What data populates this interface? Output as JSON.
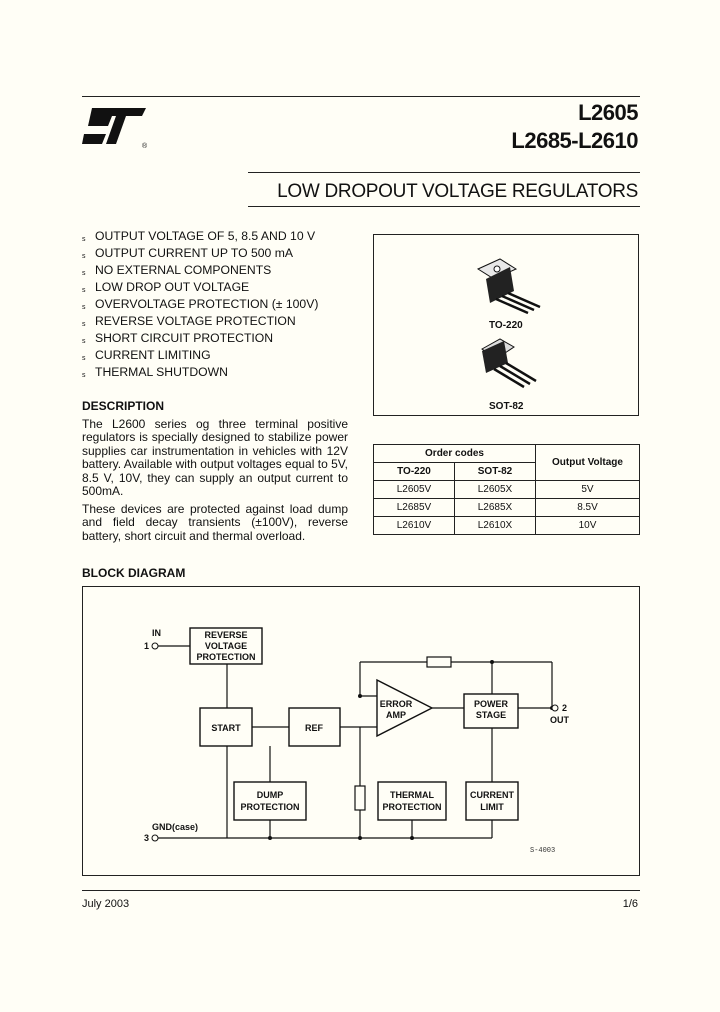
{
  "header": {
    "logo_text": "ST",
    "part_line1": "L2605",
    "part_line2": "L2685-L2610",
    "subtitle": "LOW DROPOUT VOLTAGE REGULATORS"
  },
  "features": [
    "OUTPUT VOLTAGE OF 5, 8.5 AND 10 V",
    "OUTPUT CURRENT UP TO 500 mA",
    "NO EXTERNAL COMPONENTS",
    "LOW DROP OUT VOLTAGE",
    "OVERVOLTAGE PROTECTION (± 100V)",
    "REVERSE VOLTAGE PROTECTION",
    "SHORT CIRCUIT PROTECTION",
    "CURRENT LIMITING",
    "THERMAL SHUTDOWN"
  ],
  "feature_bullet": "s",
  "description": {
    "heading": "DESCRIPTION",
    "para1": "The L2600 series og three terminal positive regulators is specially designed to stabilize power supplies car instrumentation in vehicles with 12V battery. Available with output voltages equal to 5V, 8.5 V, 10V, they can supply an output current to 500mA.",
    "para2": "These devices are protected against load dump and field decay transients (±100V), reverse battery, short circuit and thermal overload."
  },
  "packages": {
    "pkg1": "TO-220",
    "pkg2": "SOT-82"
  },
  "order_table": {
    "group_header": "Order codes",
    "col1": "TO-220",
    "col2": "SOT-82",
    "col3": "Output Voltage",
    "rows": [
      [
        "L2605V",
        "L2605X",
        "5V"
      ],
      [
        "L2685V",
        "L2685X",
        "8.5V"
      ],
      [
        "L2610V",
        "L2610X",
        "10V"
      ]
    ]
  },
  "block_diagram": {
    "heading": "BLOCK DIAGRAM",
    "in_label": "IN",
    "in_pin": "1",
    "out_label": "OUT",
    "out_pin": "2",
    "gnd_label": "GND(case)",
    "gnd_pin": "3",
    "rev_line1": "REVERSE",
    "rev_line2": "VOLTAGE",
    "rev_line3": "PROTECTION",
    "start": "START",
    "ref": "REF",
    "err_line1": "ERROR",
    "err_line2": "AMP",
    "pow_line1": "POWER",
    "pow_line2": "STAGE",
    "dump_line1": "DUMP",
    "dump_line2": "PROTECTION",
    "therm_line1": "THERMAL",
    "therm_line2": "PROTECTION",
    "cur_line1": "CURRENT",
    "cur_line2": "LIMIT",
    "drawing_code": "S-4003"
  },
  "footer": {
    "date": "July 2003",
    "page": "1/6"
  }
}
